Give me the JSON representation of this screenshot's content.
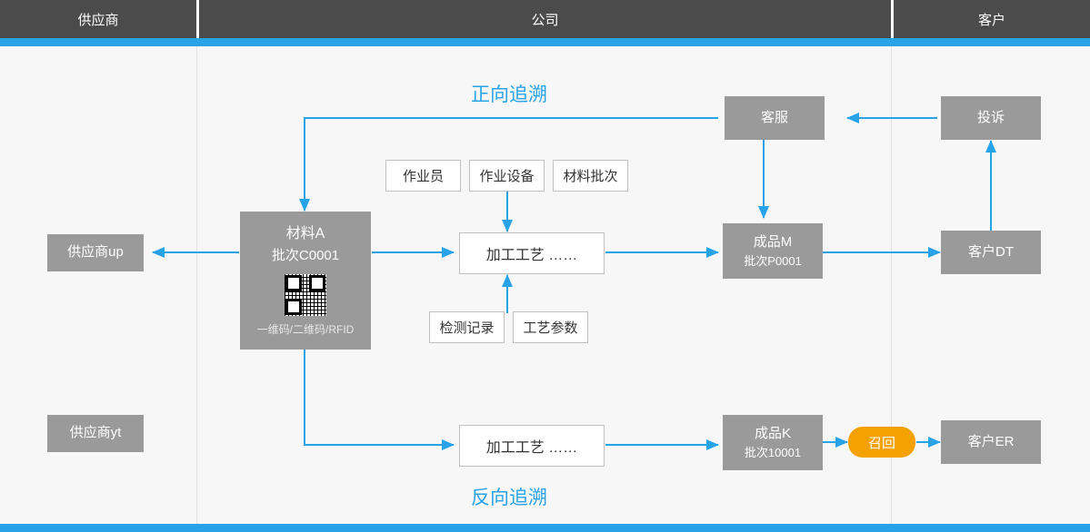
{
  "header": {
    "lanes": [
      {
        "label": "供应商"
      },
      {
        "label": "公司"
      },
      {
        "label": "客户"
      }
    ]
  },
  "titles": {
    "forward": "正向追溯",
    "backward": "反向追溯"
  },
  "nodes": {
    "supplier_up": {
      "label": "供应商up"
    },
    "supplier_yt": {
      "label": "供应商yt"
    },
    "material": {
      "title": "材料A",
      "batch": "批次C0001",
      "code_label": "一维码/二维码/RFID",
      "qr_name": "qr-code"
    },
    "operator": {
      "label": "作业员"
    },
    "equipment": {
      "label": "作业设备"
    },
    "material_batch": {
      "label": "材料批次"
    },
    "process_top": {
      "label": "加工工艺  ……"
    },
    "inspection": {
      "label": "检测记录"
    },
    "parameters": {
      "label": "工艺参数"
    },
    "product_m": {
      "title": "成品M",
      "batch": "批次P0001"
    },
    "customer_service": {
      "label": "客服"
    },
    "complaint": {
      "label": "投诉"
    },
    "customer_dt": {
      "label": "客户DT"
    },
    "process_bottom": {
      "label": "加工工艺  ……"
    },
    "product_k": {
      "title": "成品K",
      "batch": "批次10001"
    },
    "recall": {
      "label": "召回"
    },
    "customer_er": {
      "label": "客户ER"
    }
  },
  "colors": {
    "accent_blue": "#29a3e8",
    "header_gray": "#4b4b4b",
    "node_gray": "#9a9a9a",
    "recall_orange": "#f5a200",
    "background": "#f7f7f7"
  }
}
